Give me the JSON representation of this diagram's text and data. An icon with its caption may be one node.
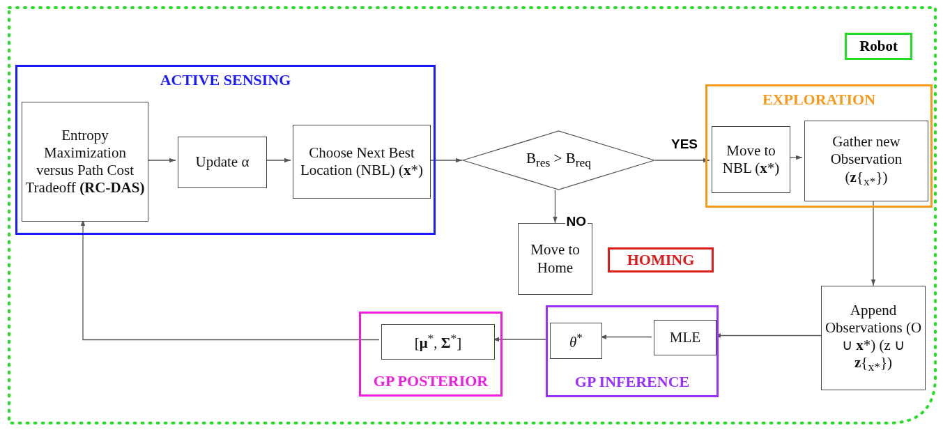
{
  "diagram": {
    "nodes": [
      {
        "text": [
          "Robot"
        ]
      },
      {
        "text": [
          "ACTIVE SENSING"
        ],
        "in": 0
      },
      {
        "text": [
          "Entropy Maximization versus Path Cost Tradeoff **(RC-DAS)**"
        ],
        "in": 1
      },
      {
        "text": [
          "Update α"
        ],
        "in": 1
      },
      {
        "text": [
          "Choose Next Best Location (NBL) (**x***)"
        ],
        "in": 1
      },
      {
        "text": [
          "B$_{res}$ > B$_{req}$"
        ],
        "in": 0
      },
      {
        "text": [
          "EXPLORATION"
        ],
        "in": 0
      },
      {
        "text": [
          "Move to NBL (**x***)"
        ],
        "in": 6
      },
      {
        "text": [
          "Gather new Observation (**z**{$_{x*}$})"
        ],
        "in": 6
      },
      {
        "text": [
          "Move to Home"
        ],
        "in": 0
      },
      {
        "text": [
          "HOMING"
        ],
        "in": 0
      },
      {
        "text": [
          "Append Observations (O ∪ **x***) (z ∪ **z**{$_{x*}$})"
        ],
        "in": 0
      },
      {
        "text": [
          "GP INFERENCE"
        ],
        "in": 0
      },
      {
        "text": [
          "MLE"
        ],
        "in": 12
      },
      {
        "text": [
          "*θ*$^{*}$"
        ],
        "in": 12
      },
      {
        "text": [
          "GP POSTERIOR"
        ],
        "in": 0
      },
      {
        "text": [
          "[**μ**$^{*}$, **Σ**$^{*}$]"
        ],
        "in": 15
      }
    ],
    "edges": [
      {
        "from": 2,
        "to": 3,
        "arrow": "to"
      },
      {
        "from": 3,
        "to": 4,
        "arrow": "to"
      },
      {
        "from": 4,
        "to": 5,
        "arrow": "to"
      },
      {
        "from": 5,
        "to": 7,
        "arrow": "to",
        "label": "YES"
      },
      {
        "from": 5,
        "to": 9,
        "arrow": "to",
        "label": "NO"
      },
      {
        "from": 7,
        "to": 8,
        "arrow": "to"
      },
      {
        "from": 8,
        "to": 11,
        "arrow": "to"
      },
      {
        "from": 11,
        "to": 13,
        "arrow": "to"
      },
      {
        "from": 13,
        "to": 14,
        "arrow": "to"
      },
      {
        "from": 14,
        "to": 16,
        "arrow": "to"
      },
      {
        "from": 16,
        "to": 2,
        "arrow": "to"
      }
    ]
  }
}
